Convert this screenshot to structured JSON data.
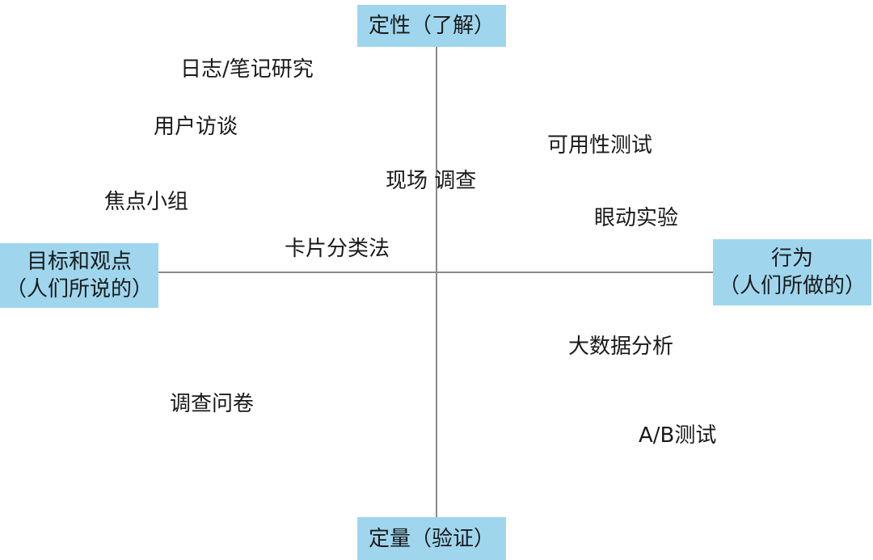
{
  "axes": {
    "top": "定性（了解）",
    "bottom": "定量（验证）",
    "left": [
      "目标和观点",
      "（人们所说的）"
    ],
    "right": [
      "行为",
      "（人们所做的）"
    ]
  },
  "methods": {
    "diary_study": "日志/笔记研究",
    "user_interview": "用户访谈",
    "focus_group": "焦点小组",
    "field_study": "现场 调查",
    "card_sorting": "卡片分类法",
    "usability_testing": "可用性测试",
    "eye_tracking": "眼动实验",
    "big_data_analysis": "大数据分析",
    "survey": "调查问卷",
    "ab_testing": "A/B测试"
  }
}
